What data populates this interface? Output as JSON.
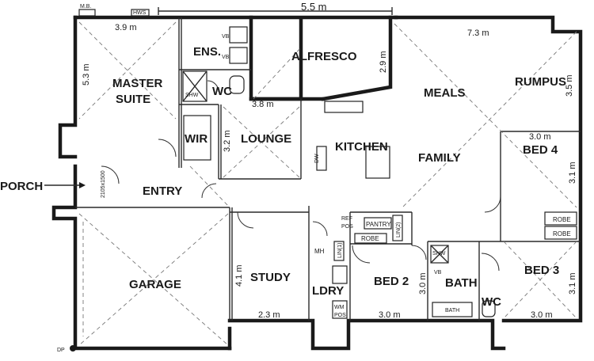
{
  "overall_width": "5.5 m",
  "rooms": {
    "master_suite_line1": "MASTER",
    "master_suite_line2": "SUITE",
    "ensuite": "ENS.",
    "alfresco": "ALFRESCO",
    "meals": "MEALS",
    "rumpus": "RUMPUS",
    "wc_ensuite": "WC",
    "wir": "WIR",
    "lounge": "LOUNGE",
    "kitchen": "KITCHEN",
    "family": "FAMILY",
    "bed4": "BED 4",
    "entry": "ENTRY",
    "porch": "PORCH",
    "garage": "GARAGE",
    "study": "STUDY",
    "laundry": "LDRY",
    "bed2": "BED 2",
    "bath": "BATH",
    "bed3": "BED 3",
    "wc_main": "WC"
  },
  "dimensions": {
    "master_width": "3.9 m",
    "master_height": "5.3 m",
    "alfresco_depth": "2.9 m",
    "meals_width": "7.3 m",
    "rumpus_height": "3.5 m",
    "lounge_width": "3.8 m",
    "lounge_height": "3.2 m",
    "bed4_width": "3.0 m",
    "bed4_height": "3.1 m",
    "study_height": "4.1 m",
    "study_width": "2.3 m",
    "bed2_width": "3.0 m",
    "bath_height": "3.0 m",
    "bed3_width": "3.0 m",
    "bed3_height": "3.1 m",
    "entry_door": "2105x1500"
  },
  "fixtures": {
    "mb": "M.B.",
    "hws": "HWS",
    "vb1": "VB",
    "vb2": "VB",
    "shw_ens": "SHW",
    "dw": "DW",
    "ref": "REF",
    "pos1": "POS",
    "pantry": "PANTRY",
    "lin2": "LIN(2)",
    "robe_bed2": "ROBE",
    "robe_bed4a": "ROBE",
    "robe_bed4b": "ROBE",
    "mh": "MH",
    "lin1": "LIN(1)",
    "shw_bath": "SHW",
    "vb_bath": "VB",
    "bath_tub": "BATH",
    "wm": "WM",
    "pos2": "POS",
    "dp": "DP"
  }
}
